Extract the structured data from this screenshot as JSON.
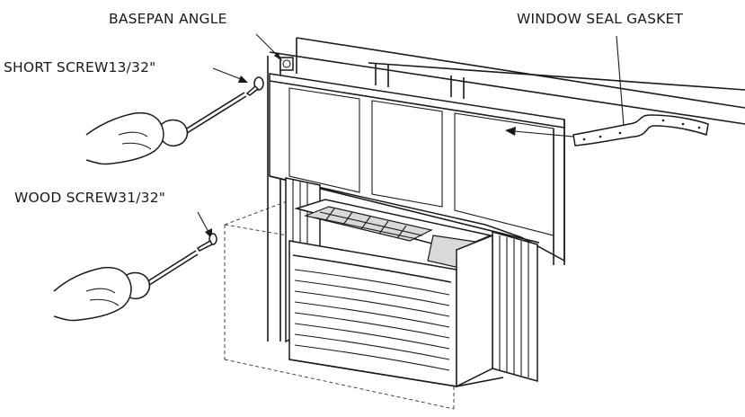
{
  "labels": {
    "basepan_angle": "BASEPAN ANGLE",
    "window_seal_gasket": "WINDOW SEAL GASKET",
    "short_screw": "SHORT SCREW13/32\"",
    "wood_screw": "WOOD SCREW31/32\""
  },
  "colors": {
    "line": "#1a1a1a",
    "background": "#ffffff"
  }
}
